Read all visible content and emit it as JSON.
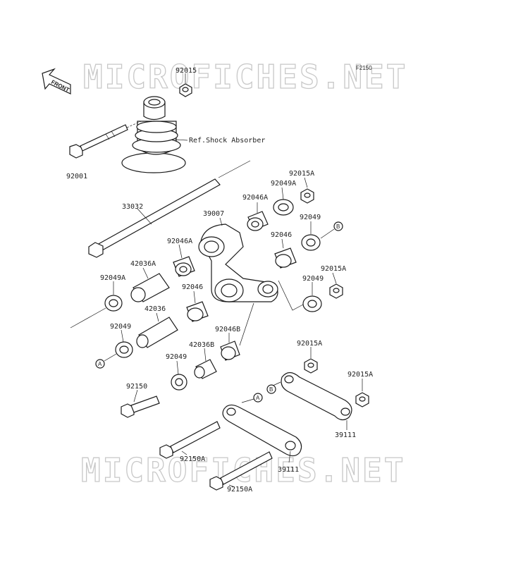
{
  "diagram_code": "F2150",
  "watermark": "MICROFICHES.NET",
  "front_tag": "FRONT",
  "ref_label": "Ref.Shock Absorber",
  "callout_a": "A",
  "callout_b": "B",
  "parts": [
    {
      "id": "p92015",
      "number": "92015"
    },
    {
      "id": "p92001",
      "number": "92001"
    },
    {
      "id": "p33032",
      "number": "33032"
    },
    {
      "id": "p92015A_1",
      "number": "92015A"
    },
    {
      "id": "p92049A_1",
      "number": "92049A"
    },
    {
      "id": "p92046A_1",
      "number": "92046A"
    },
    {
      "id": "p39007",
      "number": "39007"
    },
    {
      "id": "p92049_1",
      "number": "92049"
    },
    {
      "id": "p92046",
      "number": "92046"
    },
    {
      "id": "p92015A_2",
      "number": "92015A"
    },
    {
      "id": "p92049_2",
      "number": "92049"
    },
    {
      "id": "p92046A_2",
      "number": "92046A"
    },
    {
      "id": "p42036A",
      "number": "42036A"
    },
    {
      "id": "p92049A_2",
      "number": "92049A"
    },
    {
      "id": "p92046_2",
      "number": "92046"
    },
    {
      "id": "p42036",
      "number": "42036"
    },
    {
      "id": "p92049_3",
      "number": "92049"
    },
    {
      "id": "p92046B",
      "number": "92046B"
    },
    {
      "id": "p42036B",
      "number": "42036B"
    },
    {
      "id": "p92049_4",
      "number": "92049"
    },
    {
      "id": "p92015A_3",
      "number": "92015A"
    },
    {
      "id": "p92015A_4",
      "number": "92015A"
    },
    {
      "id": "p92150",
      "number": "92150"
    },
    {
      "id": "p39111_1",
      "number": "39111"
    },
    {
      "id": "p92150A_1",
      "number": "92150A"
    },
    {
      "id": "p39111_2",
      "number": "39111"
    },
    {
      "id": "p92150A_2",
      "number": "92150A"
    }
  ]
}
